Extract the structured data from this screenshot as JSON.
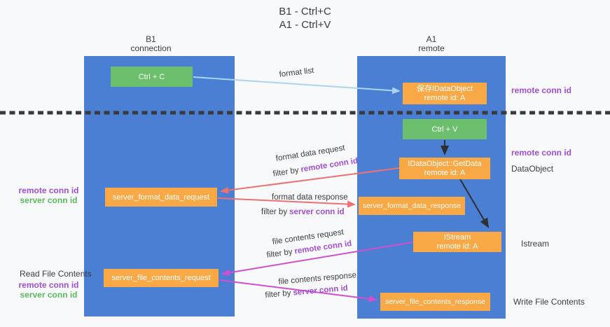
{
  "title": {
    "line1": "B1 - Ctrl+C",
    "line2": "A1 - Ctrl+V"
  },
  "columns": {
    "left": {
      "name": "B1",
      "sub": "connection"
    },
    "right": {
      "name": "A1",
      "sub": "remote"
    }
  },
  "boxes": {
    "ctrl_c": {
      "label": "Ctrl + C"
    },
    "save_obj": {
      "line1": "保存IDataObject",
      "line2": "remote id: A"
    },
    "ctrl_v": {
      "label": "Ctrl + V"
    },
    "getdata": {
      "line1": "IDataObject::GetData",
      "line2": "remote id: A"
    },
    "format_request": {
      "label": "server_format_data_request"
    },
    "format_response": {
      "label": "server_format_data_response"
    },
    "istream": {
      "line1": "IStream",
      "line2": "remote id: A"
    },
    "file_request": {
      "label": "server_file_contents_request"
    },
    "file_response": {
      "label": "server_file_contents_response"
    }
  },
  "edge_labels": {
    "format_list": "format list",
    "format_data_request": "format data request",
    "format_data_response": "format data response",
    "file_contents_request": "file contents request",
    "file_contents_response": "file contents response",
    "filter_by": "filter by",
    "remote_conn_id": "remote conn id",
    "server_conn_id": "server conn id"
  },
  "side_labels": {
    "remote_conn_id": "remote conn id",
    "server_conn_id": "server conn id",
    "dataobject": "DataObject",
    "istream": "Istream",
    "read_file_contents": "Read File Contents",
    "write_file_contents": "Write File Contents"
  },
  "colors": {
    "lane_blue": "#4a7fd4",
    "box_orange": "#f8a845",
    "box_green": "#6cc06d",
    "arrow_light_blue": "#a9d5f0",
    "arrow_red": "#ee7172",
    "arrow_magenta": "#cf4fcf",
    "arrow_black": "#2f2f2f",
    "text_purple": "#a04fd0",
    "text_green": "#5db85e"
  }
}
